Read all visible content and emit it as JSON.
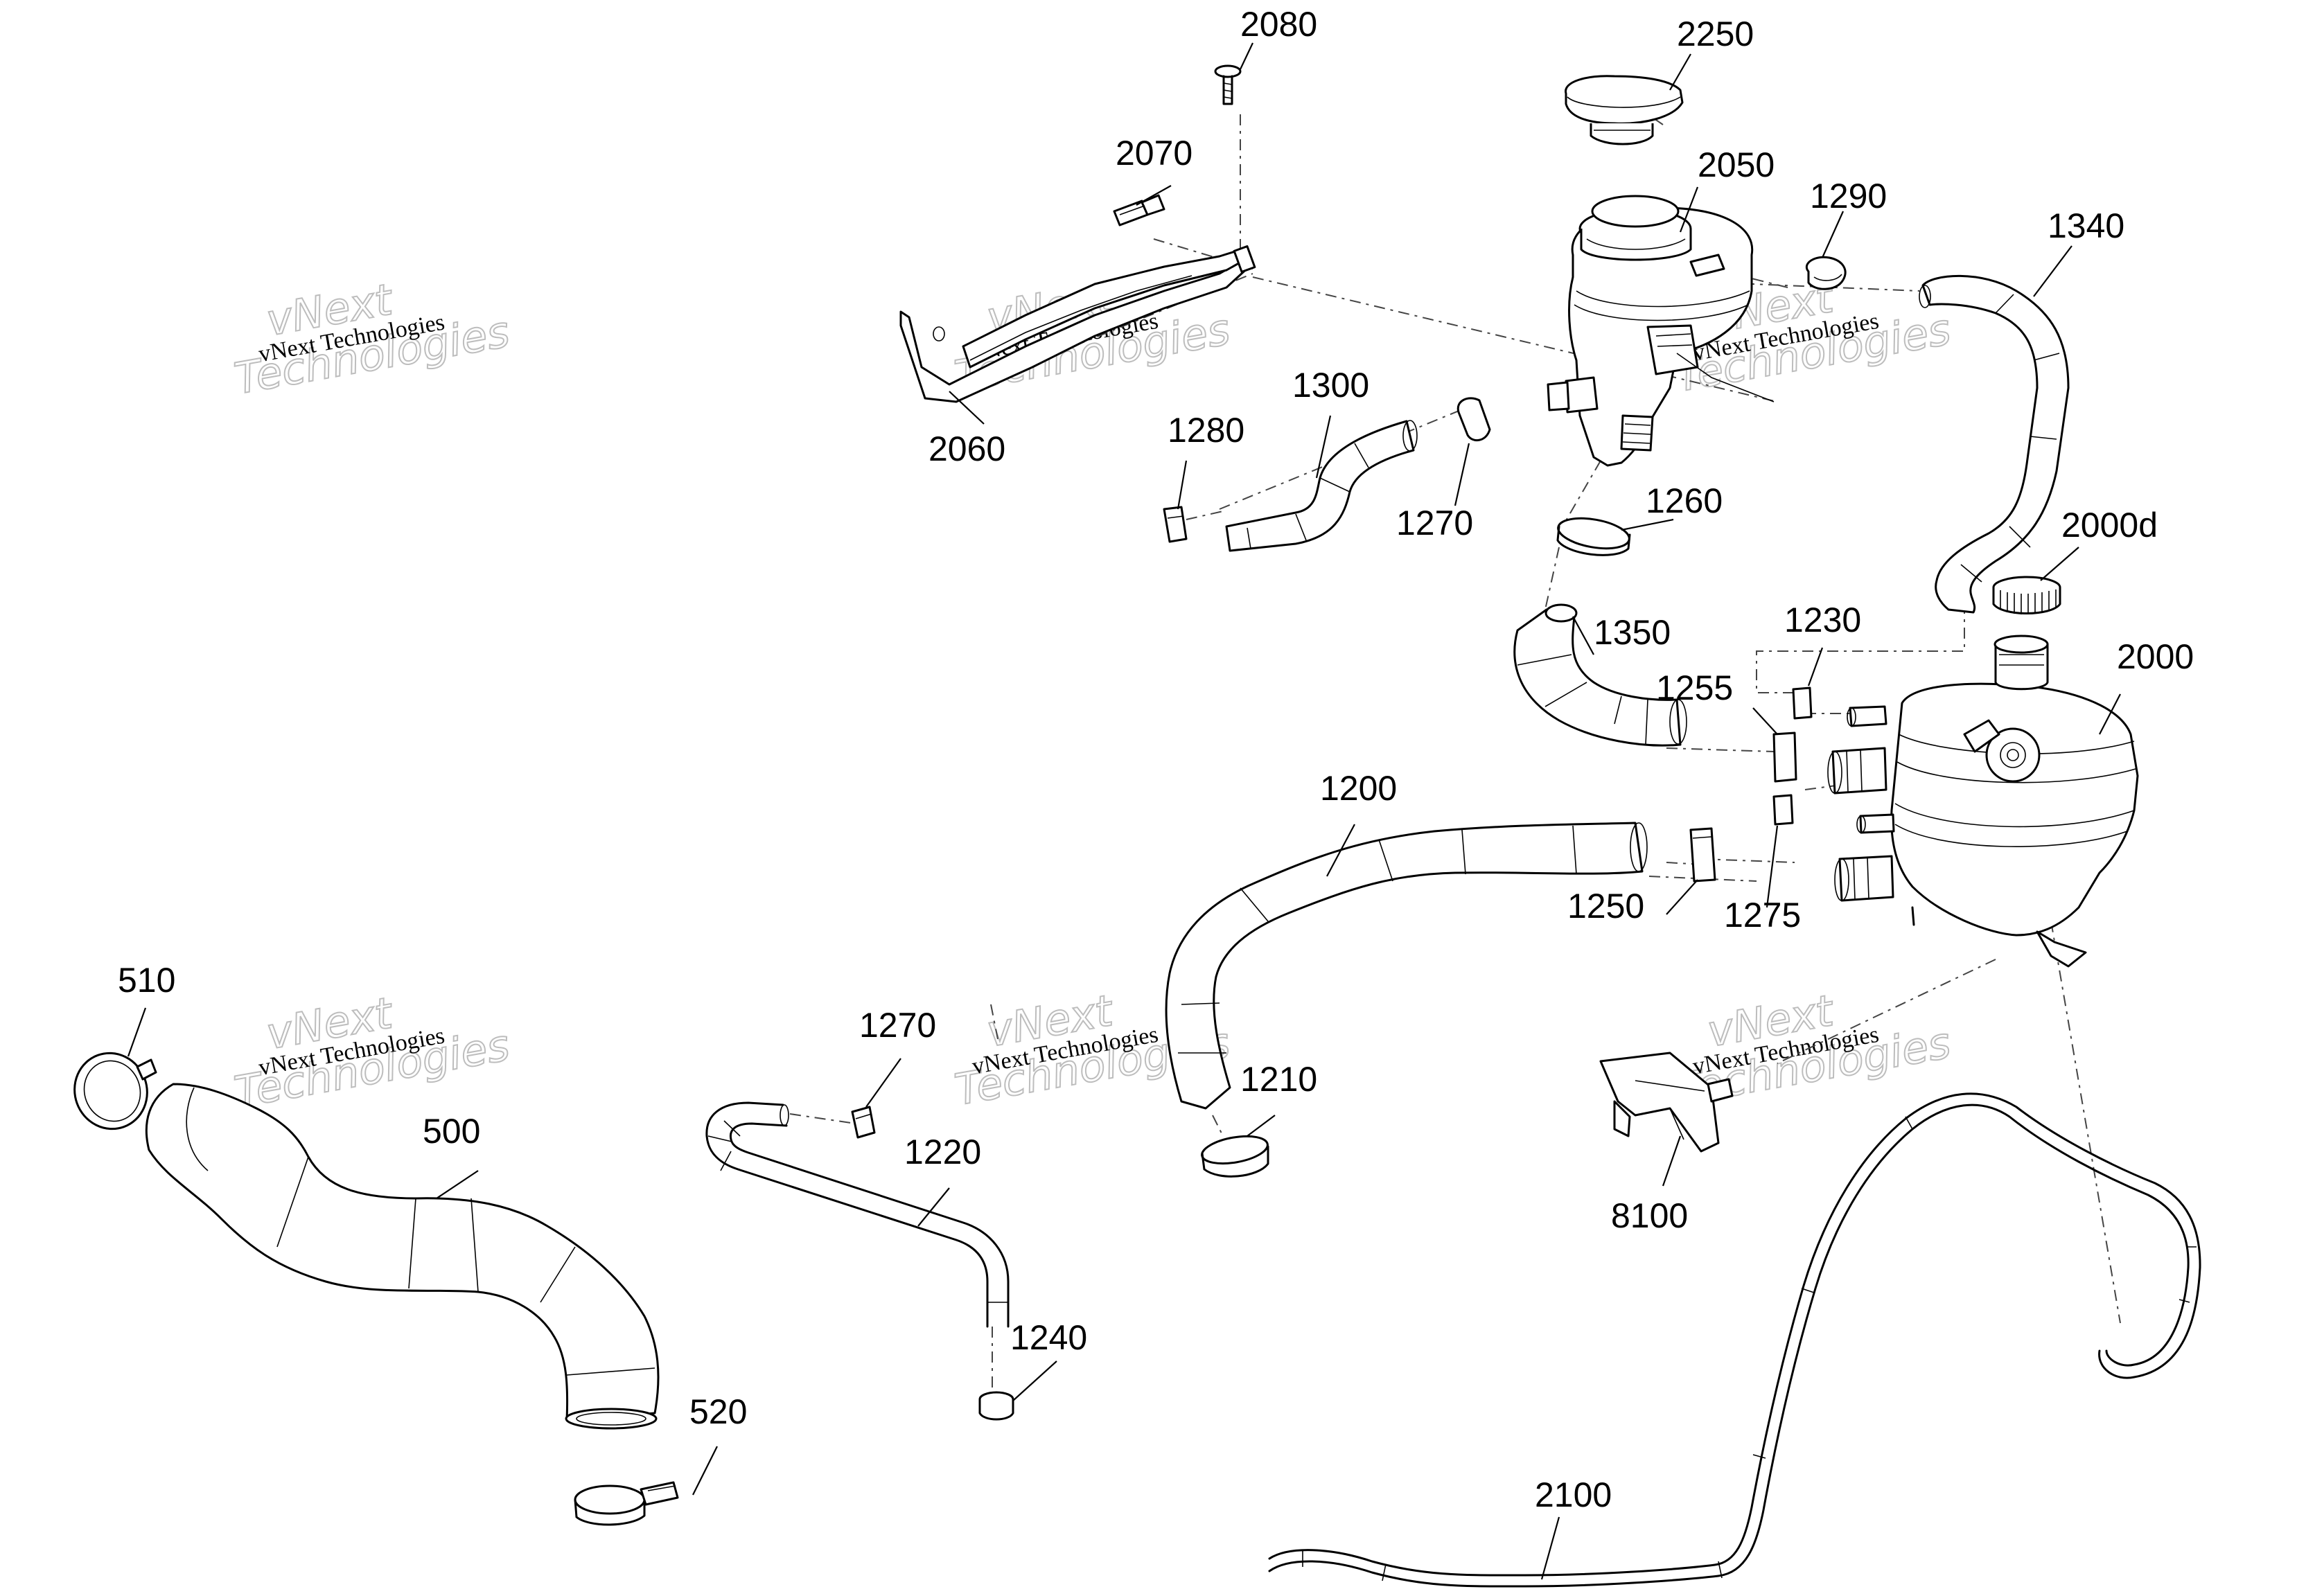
{
  "diagram": {
    "watermark": {
      "line1": "vNext",
      "line2": "Technologies",
      "small": "vNext Technologies"
    },
    "callouts": {
      "p2080": "2080",
      "p2250": "2250",
      "p2070": "2070",
      "p2050": "2050",
      "p1290": "1290",
      "p1340": "1340",
      "p2060": "2060",
      "p1300": "1300",
      "p1280": "1280",
      "p1270a": "1270",
      "p1260": "1260",
      "p2000d": "2000d",
      "p1350": "1350",
      "p1230": "1230",
      "p2000": "2000",
      "p1255": "1255",
      "p1200": "1200",
      "p1250": "1250",
      "p1275": "1275",
      "p510": "510",
      "p500": "500",
      "p1270b": "1270",
      "p1220": "1220",
      "p1210": "1210",
      "p8100": "8100",
      "p1240": "1240",
      "p520": "520",
      "p2100": "2100"
    }
  }
}
